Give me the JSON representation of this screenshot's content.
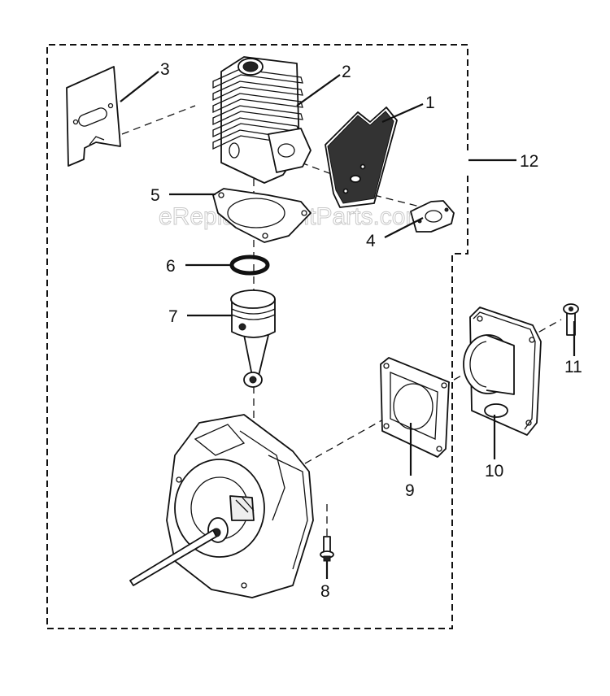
{
  "watermark": "eReplacementParts.com",
  "callouts": {
    "c1": "1",
    "c2": "2",
    "c3": "3",
    "c4": "4",
    "c5": "5",
    "c6": "6",
    "c7": "7",
    "c8": "8",
    "c9": "9",
    "c10": "10",
    "c11": "11",
    "c12": "12"
  },
  "parts": [
    {
      "callout": "1",
      "icon": "gasket-plate-icon"
    },
    {
      "callout": "2",
      "icon": "finned-cylinder-icon"
    },
    {
      "callout": "3",
      "icon": "intake-gasket-icon"
    },
    {
      "callout": "4",
      "icon": "flange-gasket-icon"
    },
    {
      "callout": "5",
      "icon": "base-gasket-icon"
    },
    {
      "callout": "6",
      "icon": "piston-ring-icon"
    },
    {
      "callout": "7",
      "icon": "piston-rod-icon"
    },
    {
      "callout": "8",
      "icon": "screw-icon"
    },
    {
      "callout": "9",
      "icon": "crankcase-gasket-icon"
    },
    {
      "callout": "10",
      "icon": "crankcase-cover-icon"
    },
    {
      "callout": "11",
      "icon": "screw-icon"
    },
    {
      "callout": "12",
      "icon": "assembly-group-icon"
    }
  ]
}
